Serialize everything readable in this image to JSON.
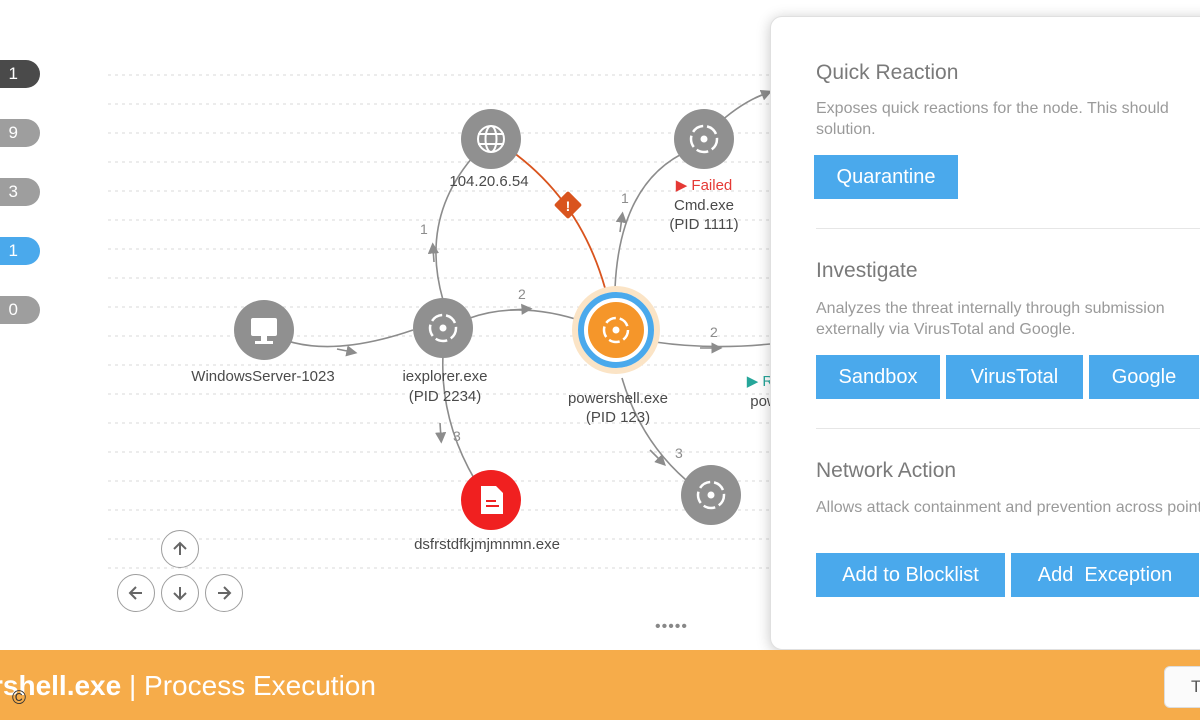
{
  "counts": [
    {
      "value": "1",
      "color": "#4a4a4a"
    },
    {
      "value": "9",
      "color": "#9e9e9e"
    },
    {
      "value": "3",
      "color": "#9e9e9e"
    },
    {
      "value": "1",
      "color": "#4aa9ec"
    },
    {
      "value": "0",
      "color": "#9e9e9e"
    }
  ],
  "graph": {
    "nodes": {
      "windows_server": {
        "label": "WindowsServer-1023",
        "icon": "monitor-icon"
      },
      "ip": {
        "label": "104.20.6.54",
        "icon": "globe-icon"
      },
      "iexplorer": {
        "label_1": "iexplorer.exe",
        "label_2": "(PID 2234)",
        "icon": "process-icon"
      },
      "file": {
        "label": "dsfrstdfkjmjmnmn.exe",
        "icon": "file-icon",
        "color": "#f02020"
      },
      "powershell": {
        "label_1": "powershell.exe",
        "label_2": "(PID 123)",
        "icon": "process-icon",
        "color": "#f5962a"
      },
      "cmd": {
        "status": "▶ Failed",
        "label_1": "Cmd.exe",
        "label_2": "(PID 1111)",
        "icon": "process-icon"
      },
      "partial": {
        "status": "▶ R",
        "label": "pow"
      },
      "child": {
        "icon": "process-icon"
      }
    },
    "edge_labels": {
      "iexplorer_ip": "1",
      "iexplorer_powershell": "2",
      "iexplorer_file": "3",
      "powershell_cmd": "1",
      "powershell_right": "2",
      "powershell_child": "3"
    },
    "warning_icon": "warning-diamond-icon"
  },
  "nav": {
    "up": "arrow-up-icon",
    "left": "arrow-left-icon",
    "down": "arrow-down-icon",
    "right": "arrow-right-icon"
  },
  "drag_handle": "•••••",
  "panel": {
    "quick_reaction": {
      "title": "Quick Reaction",
      "description": "Exposes quick reactions for the node. This should solution.",
      "buttons": [
        "Quarantine"
      ]
    },
    "investigate": {
      "title": "Investigate",
      "description": "Analyzes the threat internally through submission externally via VirusTotal and Google.",
      "buttons": [
        "Sandbox",
        "VirusTotal",
        "Google"
      ]
    },
    "network_action": {
      "title": "Network Action",
      "description": "Allows attack containment and prevention across points.",
      "buttons": [
        "Add to Blocklist",
        "Add  Exception"
      ]
    }
  },
  "bottom_bar": {
    "process_name": "rshell.exe",
    "separator": " | ",
    "event_type": "Process Execution",
    "copyright": "©",
    "button_label": "T"
  }
}
